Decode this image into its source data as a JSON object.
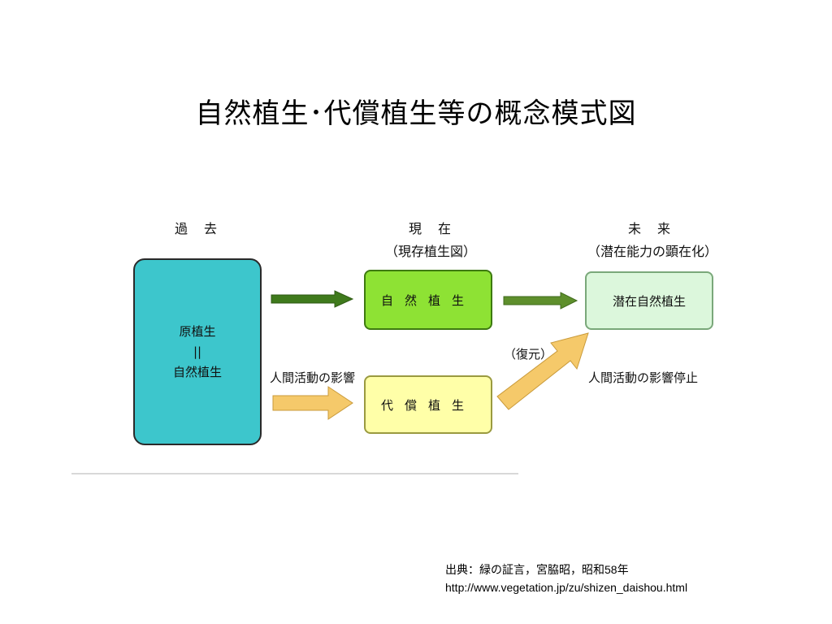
{
  "title": "自然植生･代償植生等の概念模式図",
  "columns": {
    "past": "過　去",
    "present": "現　在",
    "present_sub": "（現存植生図）",
    "future": "未　来",
    "future_sub": "（潜在能力の顕在化）"
  },
  "boxes": {
    "past": [
      "原植生",
      "||",
      "自然植生"
    ],
    "natural": "自然植生",
    "substitute": "代償植生",
    "potential": "潜在自然植生"
  },
  "labels": {
    "human_impact": "人間活動の影響",
    "restoration": "（復元）",
    "human_impact_stop": "人間活動の影響停止"
  },
  "colors": {
    "past_box": "#3dc6cc",
    "natural_box": "#8ee234",
    "substitute_box": "#ffffa8",
    "potential_box": "#dcf7dc",
    "green_arrow": "#3f7a1c",
    "yellow_arrow": "#f5c96a"
  },
  "source": {
    "line1": "出典：緑の証言，宮脇昭，昭和58年",
    "line2": "http://www.vegetation.jp/zu/shizen_daishou.html"
  }
}
